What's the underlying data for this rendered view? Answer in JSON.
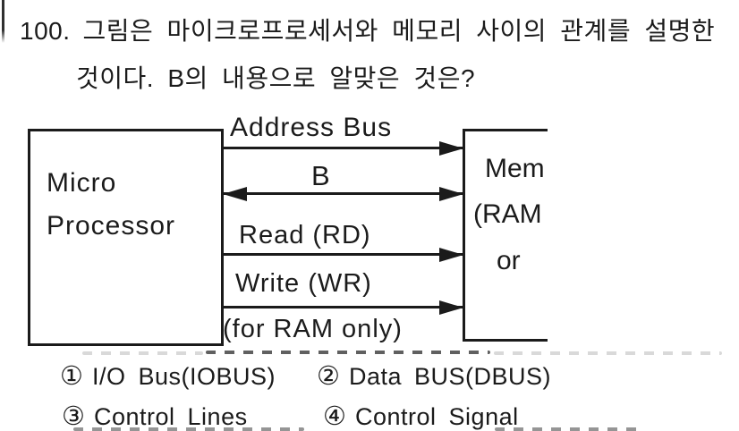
{
  "question": {
    "number": "100.",
    "line1": "그림은 마이크로프로세서와 메모리 사이의 관계를 설명한",
    "line2": "것이다. B의 내용으로 알맞은 것은?"
  },
  "diagram": {
    "processor": {
      "line1": "Micro",
      "line2": "Processor"
    },
    "memory": {
      "line1": "Mem",
      "line2": "(RAM",
      "line3": "or"
    },
    "buses": {
      "address": "Address Bus",
      "data": "B",
      "read": "Read (RD)",
      "write": "Write (WR)",
      "note": "(for RAM only)"
    }
  },
  "options": [
    {
      "marker": "①",
      "label": "I/O Bus(IOBUS)"
    },
    {
      "marker": "②",
      "label": "Data BUS(DBUS)"
    },
    {
      "marker": "③",
      "label": "Control Lines"
    },
    {
      "marker": "④",
      "label": "Control Signal"
    }
  ],
  "colors": {
    "ink": "#1b1b1b",
    "paper": "#ffffff"
  }
}
